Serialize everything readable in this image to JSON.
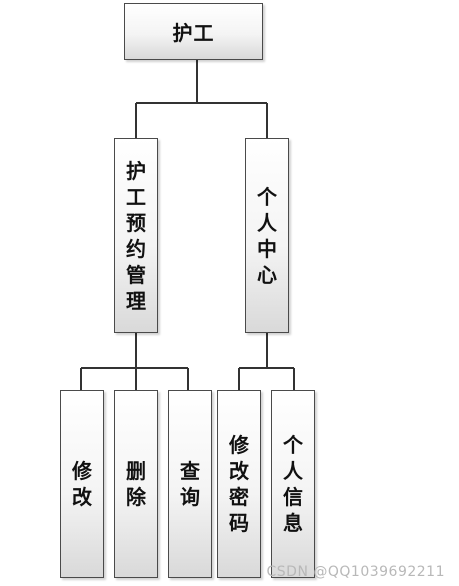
{
  "diagram": {
    "root": {
      "label": "护工"
    },
    "modules": [
      {
        "label": "护工预约管理",
        "children": [
          "修改",
          "删除",
          "查询"
        ]
      },
      {
        "label": "个人中心",
        "children": [
          "修改密码",
          "个人信息"
        ]
      }
    ]
  },
  "watermark": "CSDN @QQ1039692211",
  "colors": {
    "line": "#333333",
    "border": "#4a4a4a",
    "text": "#111111"
  }
}
